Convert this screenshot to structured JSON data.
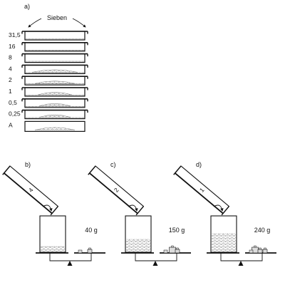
{
  "part_labels": [
    "a)",
    "b)",
    "c)",
    "d)"
  ],
  "sieves_label": "Sieben",
  "sieve_sizes": [
    "31,5",
    "16",
    "8",
    "4",
    "2",
    "1",
    "0,5",
    "0,25",
    "A"
  ],
  "trays": [
    "4",
    "2",
    "1"
  ],
  "masses": [
    "40 g",
    "150 g",
    "240 g"
  ]
}
